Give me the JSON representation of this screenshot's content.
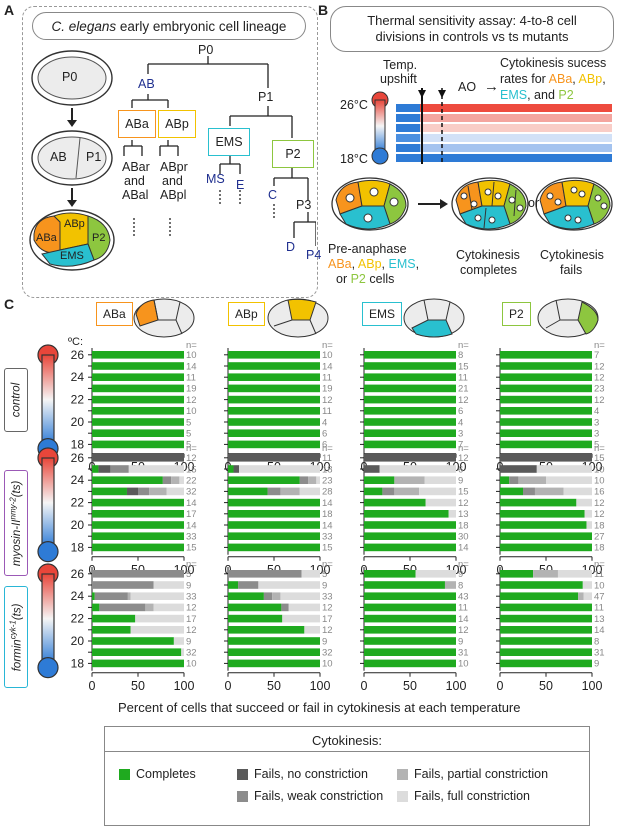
{
  "panels": {
    "a": "A",
    "b": "B",
    "c": "C"
  },
  "panelA": {
    "title_italic": "C. elegans",
    "title_rest": " early embryonic cell lineage",
    "embryo1": "P0",
    "embryo2_ab": "AB",
    "embryo2_p1": "P1",
    "embryo3": {
      "aba": "ABa",
      "abp": "ABp",
      "p2": "P2",
      "ems": "EMS"
    },
    "tree": {
      "p0": "P0",
      "ab": "AB",
      "p1": "P1",
      "aba": "ABa",
      "abp": "ABp",
      "ems": "EMS",
      "p2": "P2",
      "abar": "ABar",
      "and1": "and",
      "abal": "ABal",
      "abpr": "ABpr",
      "and2": "and",
      "abpl": "ABpl",
      "ms": "MS",
      "e": "E",
      "c": "C",
      "p3": "P3",
      "d": "D",
      "p4": "P4"
    }
  },
  "panelB": {
    "title_line1": "Thermal sensitivity assay: 4-to-8 cell",
    "title_line2": "divisions in controls vs ts mutants",
    "temp_upshift_1": "Temp.",
    "temp_upshift_2": "upshift",
    "ao": "AO",
    "arrow": "→",
    "rates_1": "Cytokinesis sucess",
    "rates_2_pre": "rates for ",
    "rates_aba": "ABa",
    "rates_comma1": ", ",
    "rates_abp": "ABp",
    "rates_comma2": ",",
    "rates_ems": "EMS",
    "rates_and": ", and ",
    "rates_p2": "P2",
    "temp_hi": "26°C",
    "temp_lo": "18°C",
    "pre1": "Pre-anaphase",
    "pre_aba": "ABa",
    "pre_c1": ", ",
    "pre_abp": "ABp",
    "pre_c2": ", ",
    "pre_ems": "EMS",
    "pre_c3": ",",
    "pre_or": "or ",
    "pre_p2": "P2",
    "pre_cells": " cells",
    "comp1": "Cytokinesis",
    "comp2": "completes",
    "or": "or",
    "fail1": "Cytokinesis",
    "fail2": "fails"
  },
  "panelC": {
    "unit": "ºC:",
    "n_label": "n=",
    "xlabel": "Percent of cells that succeed or fail in cytokinesis at each temperature",
    "conditions": [
      {
        "label": "control",
        "color": "#555555"
      },
      {
        "label_main": "myosin-II",
        "label_sup": "nmy-2",
        "label_suffix": "(ts)",
        "color": "#9b59b6"
      },
      {
        "label_main": "formin",
        "label_sup": "cyk-1",
        "label_suffix": "(ts)",
        "color": "#29b6d6"
      }
    ],
    "cells": [
      {
        "label": "ABa",
        "color": "#f7941d"
      },
      {
        "label": "ABp",
        "color": "#f2c200"
      },
      {
        "label": "EMS",
        "color": "#29c0cf"
      },
      {
        "label": "P2",
        "color": "#8dc63f"
      }
    ]
  },
  "legend": {
    "title": "Cytokinesis:",
    "items": [
      {
        "label": "Completes",
        "color": "#1faa1f"
      },
      {
        "label": "Fails, no constriction",
        "color": "#5a5a5a"
      },
      {
        "label": "Fails, weak constriction",
        "color": "#8c8c8c"
      },
      {
        "label": "Fails, partial constriction",
        "color": "#b3b3b3"
      },
      {
        "label": "Fails, full constriction",
        "color": "#dcdcdc"
      }
    ]
  },
  "chart_data": {
    "type": "bar",
    "orientation": "horizontal-stacked",
    "xlabel": "Percent of cells that succeed or fail in cytokinesis at each temperature",
    "ylabel": "ºC",
    "xlim": [
      0,
      100
    ],
    "xticks": [
      0,
      50,
      100
    ],
    "temperatures": [
      26,
      25,
      24,
      23,
      22,
      21,
      20,
      19,
      18
    ],
    "yticks": [
      26,
      24,
      22,
      20,
      18
    ],
    "categories_order": [
      "Completes",
      "Fails, no constriction",
      "Fails, weak constriction",
      "Fails, partial constriction",
      "Fails, full constriction"
    ],
    "colors": [
      "#1faa1f",
      "#5a5a5a",
      "#8c8c8c",
      "#b3b3b3",
      "#dcdcdc"
    ],
    "panels": [
      {
        "condition": "control",
        "cell": "ABa",
        "n": [
          10,
          14,
          11,
          19,
          12,
          10,
          5,
          5,
          5
        ],
        "rows": [
          [
            100,
            0,
            0,
            0,
            0
          ],
          [
            100,
            0,
            0,
            0,
            0
          ],
          [
            100,
            0,
            0,
            0,
            0
          ],
          [
            100,
            0,
            0,
            0,
            0
          ],
          [
            100,
            0,
            0,
            0,
            0
          ],
          [
            100,
            0,
            0,
            0,
            0
          ],
          [
            100,
            0,
            0,
            0,
            0
          ],
          [
            100,
            0,
            0,
            0,
            0
          ],
          [
            100,
            0,
            0,
            0,
            0
          ]
        ]
      },
      {
        "condition": "control",
        "cell": "ABp",
        "n": [
          10,
          14,
          11,
          19,
          12,
          11,
          4,
          6,
          6
        ],
        "rows": [
          [
            100,
            0,
            0,
            0,
            0
          ],
          [
            100,
            0,
            0,
            0,
            0
          ],
          [
            100,
            0,
            0,
            0,
            0
          ],
          [
            100,
            0,
            0,
            0,
            0
          ],
          [
            100,
            0,
            0,
            0,
            0
          ],
          [
            100,
            0,
            0,
            0,
            0
          ],
          [
            100,
            0,
            0,
            0,
            0
          ],
          [
            100,
            0,
            0,
            0,
            0
          ],
          [
            100,
            0,
            0,
            0,
            0
          ]
        ]
      },
      {
        "condition": "control",
        "cell": "EMS",
        "n": [
          8,
          15,
          11,
          21,
          12,
          6,
          4,
          3,
          7
        ],
        "rows": [
          [
            100,
            0,
            0,
            0,
            0
          ],
          [
            100,
            0,
            0,
            0,
            0
          ],
          [
            100,
            0,
            0,
            0,
            0
          ],
          [
            100,
            0,
            0,
            0,
            0
          ],
          [
            100,
            0,
            0,
            0,
            0
          ],
          [
            100,
            0,
            0,
            0,
            0
          ],
          [
            100,
            0,
            0,
            0,
            0
          ],
          [
            100,
            0,
            0,
            0,
            0
          ],
          [
            100,
            0,
            0,
            0,
            0
          ]
        ]
      },
      {
        "condition": "control",
        "cell": "P2",
        "n": [
          7,
          12,
          12,
          23,
          12,
          4,
          3,
          3,
          5
        ],
        "rows": [
          [
            100,
            0,
            0,
            0,
            0
          ],
          [
            100,
            0,
            0,
            0,
            0
          ],
          [
            100,
            0,
            0,
            0,
            0
          ],
          [
            100,
            0,
            0,
            0,
            0
          ],
          [
            100,
            0,
            0,
            0,
            0
          ],
          [
            100,
            0,
            0,
            0,
            0
          ],
          [
            100,
            0,
            0,
            0,
            0
          ],
          [
            100,
            0,
            0,
            0,
            0
          ],
          [
            100,
            0,
            0,
            0,
            0
          ]
        ]
      },
      {
        "condition": "myosin-II",
        "cell": "ABa",
        "n": [
          12,
          15,
          22,
          32,
          14,
          17,
          14,
          33,
          15
        ],
        "rows": [
          [
            0,
            100,
            0,
            0,
            0
          ],
          [
            7,
            13,
            20,
            0,
            60
          ],
          [
            77,
            0,
            9,
            9,
            5
          ],
          [
            38,
            12,
            12,
            19,
            19
          ],
          [
            100,
            0,
            0,
            0,
            0
          ],
          [
            100,
            0,
            0,
            0,
            0
          ],
          [
            100,
            0,
            0,
            0,
            0
          ],
          [
            100,
            0,
            0,
            0,
            0
          ],
          [
            100,
            0,
            0,
            0,
            0
          ]
        ]
      },
      {
        "condition": "myosin-II",
        "cell": "ABp",
        "n": [
          11,
          18,
          23,
          28,
          14,
          18,
          14,
          33,
          15
        ],
        "rows": [
          [
            0,
            100,
            0,
            0,
            0
          ],
          [
            6,
            6,
            0,
            0,
            88
          ],
          [
            78,
            0,
            9,
            9,
            4
          ],
          [
            43,
            0,
            14,
            21,
            22
          ],
          [
            100,
            0,
            0,
            0,
            0
          ],
          [
            100,
            0,
            0,
            0,
            0
          ],
          [
            100,
            0,
            0,
            0,
            0
          ],
          [
            100,
            0,
            0,
            0,
            0
          ],
          [
            100,
            0,
            0,
            0,
            0
          ]
        ]
      },
      {
        "condition": "myosin-II",
        "cell": "EMS",
        "n": [
          12,
          6,
          9,
          15,
          12,
          13,
          18,
          30,
          14
        ],
        "rows": [
          [
            0,
            100,
            0,
            0,
            0
          ],
          [
            0,
            17,
            0,
            0,
            83
          ],
          [
            33,
            0,
            0,
            33,
            34
          ],
          [
            20,
            0,
            13,
            27,
            40
          ],
          [
            67,
            0,
            0,
            0,
            33
          ],
          [
            92,
            0,
            0,
            0,
            8
          ],
          [
            100,
            0,
            0,
            0,
            0
          ],
          [
            100,
            0,
            0,
            0,
            0
          ],
          [
            100,
            0,
            0,
            0,
            0
          ]
        ]
      },
      {
        "condition": "myosin-II",
        "cell": "P2",
        "n": [
          15,
          10,
          10,
          16,
          12,
          12,
          18,
          27,
          18
        ],
        "rows": [
          [
            0,
            100,
            0,
            0,
            0
          ],
          [
            0,
            40,
            0,
            0,
            60
          ],
          [
            10,
            0,
            10,
            30,
            50
          ],
          [
            25,
            0,
            13,
            31,
            31
          ],
          [
            83,
            0,
            0,
            0,
            17
          ],
          [
            92,
            0,
            0,
            0,
            8
          ],
          [
            94,
            0,
            0,
            0,
            6
          ],
          [
            100,
            0,
            0,
            0,
            0
          ],
          [
            100,
            0,
            0,
            0,
            0
          ]
        ]
      },
      {
        "condition": "formin",
        "cell": "ABa",
        "n": [
          5,
          9,
          33,
          12,
          17,
          12,
          9,
          32,
          10
        ],
        "rows": [
          [
            0,
            0,
            100,
            0,
            0
          ],
          [
            0,
            0,
            67,
            0,
            33
          ],
          [
            3,
            0,
            36,
            3,
            58
          ],
          [
            8,
            0,
            50,
            9,
            33
          ],
          [
            47,
            0,
            0,
            0,
            53
          ],
          [
            42,
            0,
            0,
            0,
            58
          ],
          [
            89,
            0,
            0,
            0,
            11
          ],
          [
            97,
            0,
            0,
            0,
            3
          ],
          [
            100,
            0,
            0,
            0,
            0
          ]
        ]
      },
      {
        "condition": "formin",
        "cell": "ABp",
        "n": [
          5,
          9,
          33,
          12,
          17,
          12,
          9,
          32,
          10
        ],
        "rows": [
          [
            0,
            0,
            80,
            0,
            20
          ],
          [
            11,
            0,
            22,
            0,
            67
          ],
          [
            39,
            0,
            9,
            9,
            43
          ],
          [
            58,
            0,
            8,
            0,
            34
          ],
          [
            59,
            0,
            0,
            0,
            41
          ],
          [
            83,
            0,
            0,
            0,
            17
          ],
          [
            100,
            0,
            0,
            0,
            0
          ],
          [
            100,
            0,
            0,
            0,
            0
          ],
          [
            100,
            0,
            0,
            0,
            0
          ]
        ]
      },
      {
        "condition": "formin",
        "cell": "EMS",
        "n": [
          9,
          8,
          43,
          11,
          14,
          12,
          9,
          31,
          10
        ],
        "rows": [
          [
            56,
            0,
            0,
            0,
            44
          ],
          [
            88,
            0,
            0,
            12,
            0
          ],
          [
            100,
            0,
            0,
            0,
            0
          ],
          [
            100,
            0,
            0,
            0,
            0
          ],
          [
            100,
            0,
            0,
            0,
            0
          ],
          [
            100,
            0,
            0,
            0,
            0
          ],
          [
            100,
            0,
            0,
            0,
            0
          ],
          [
            100,
            0,
            0,
            0,
            0
          ],
          [
            100,
            0,
            0,
            0,
            0
          ]
        ]
      },
      {
        "condition": "formin",
        "cell": "P2",
        "n": [
          11,
          10,
          47,
          11,
          13,
          14,
          8,
          31,
          9
        ],
        "rows": [
          [
            36,
            0,
            0,
            27,
            37
          ],
          [
            90,
            0,
            0,
            0,
            10
          ],
          [
            85,
            0,
            0,
            6,
            9
          ],
          [
            100,
            0,
            0,
            0,
            0
          ],
          [
            100,
            0,
            0,
            0,
            0
          ],
          [
            100,
            0,
            0,
            0,
            0
          ],
          [
            100,
            0,
            0,
            0,
            0
          ],
          [
            100,
            0,
            0,
            0,
            0
          ],
          [
            100,
            0,
            0,
            0,
            0
          ]
        ]
      }
    ]
  }
}
